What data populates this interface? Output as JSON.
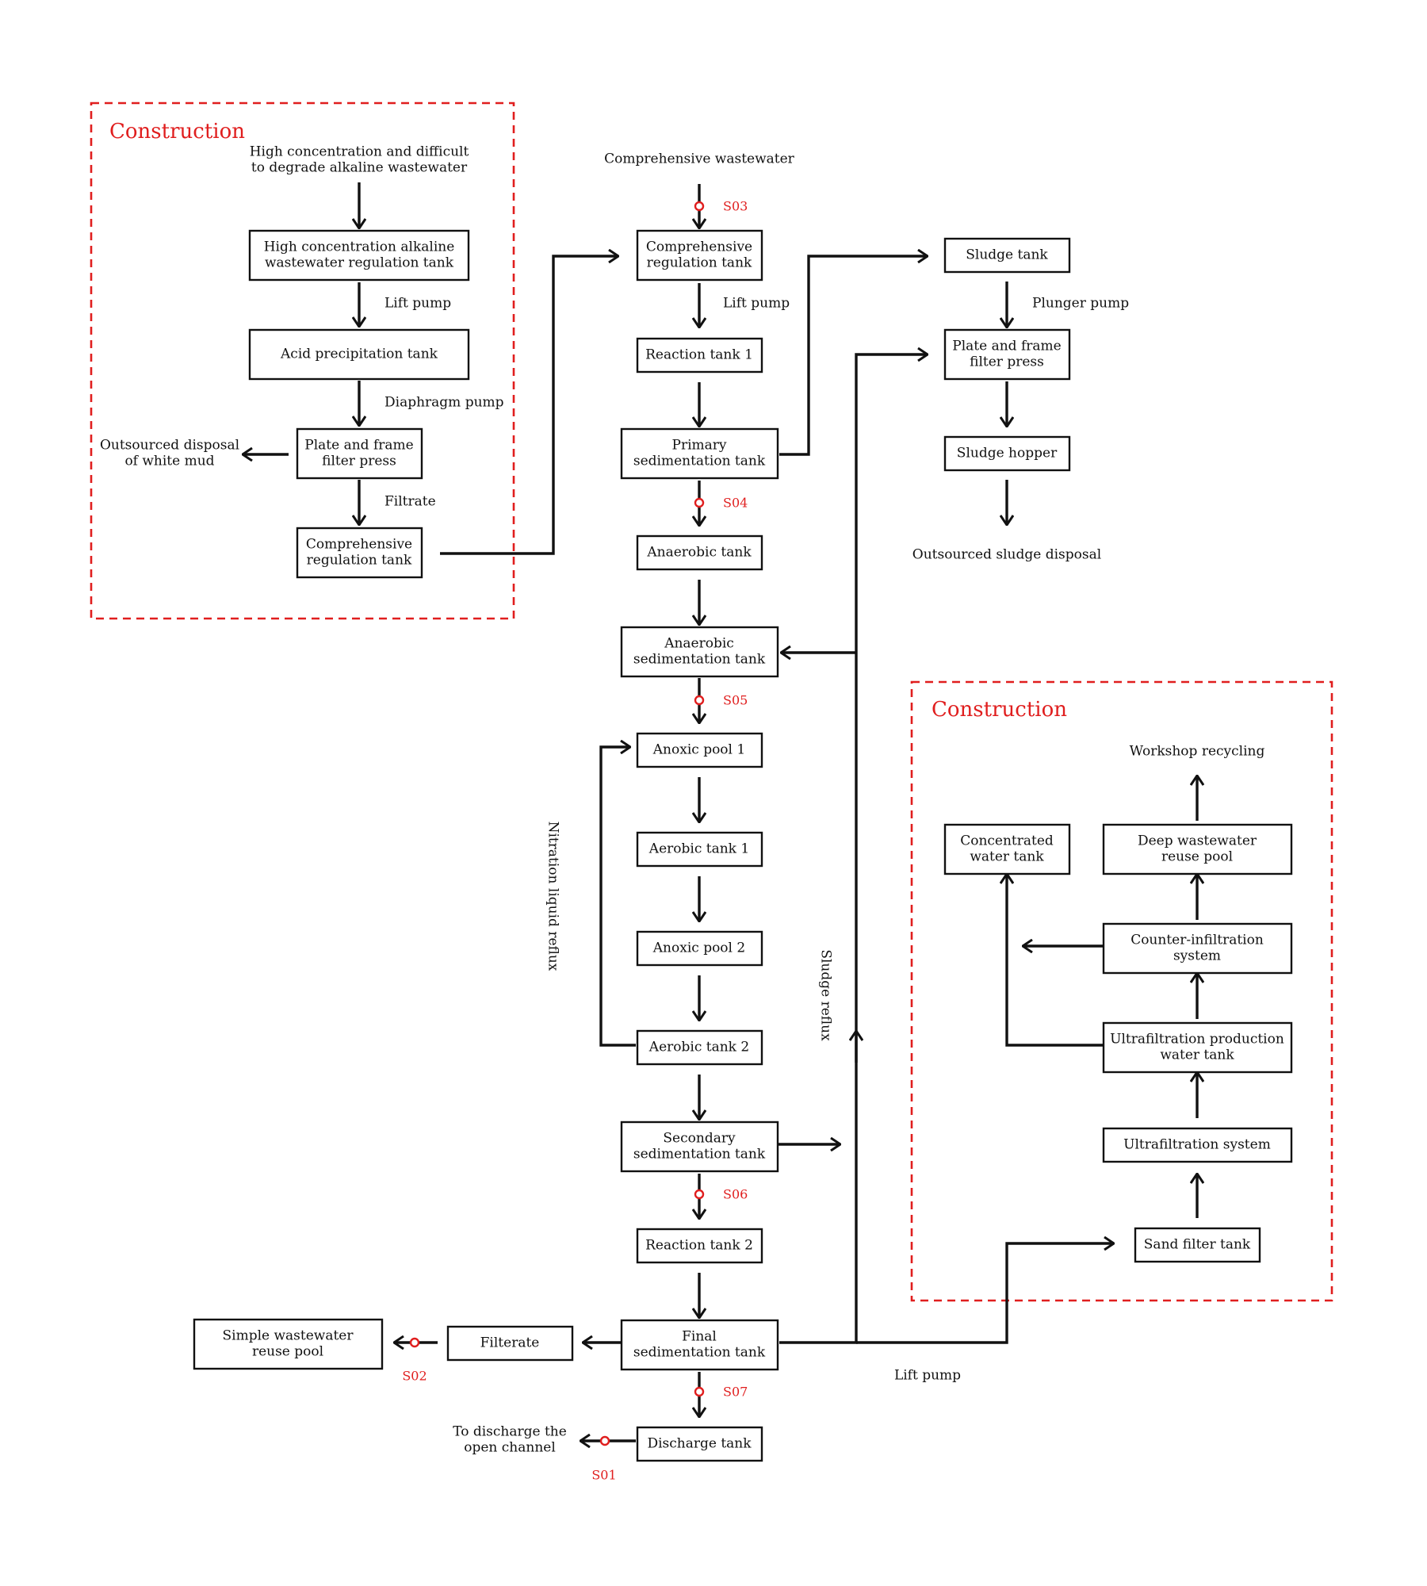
{
  "colors": {
    "ink": "#111111",
    "accent": "#e01e1e"
  },
  "regions": {
    "left": "Construction",
    "right": "Construction"
  },
  "inputs": {
    "alkaline_line1": "High concentration and difficult",
    "alkaline_line2": "to degrade alkaline wastewater",
    "comprehensive": "Comprehensive wastewater"
  },
  "boxes": {
    "hc_reg_1": "High concentration alkaline",
    "hc_reg_2": "wastewater regulation tank",
    "acid_precip": "Acid precipitation tank",
    "pf_press_a_1": "Plate and frame",
    "pf_press_a_2": "filter press",
    "comp_reg_a_1": "Comprehensive",
    "comp_reg_a_2": "regulation tank",
    "comp_reg_b_1": "Comprehensive",
    "comp_reg_b_2": "regulation tank",
    "reaction1": "Reaction tank 1",
    "primary_1": "Primary",
    "primary_2": "sedimentation tank",
    "anaerobic": "Anaerobic tank",
    "anaerobic_sed_1": "Anaerobic",
    "anaerobic_sed_2": "sedimentation tank",
    "anoxic1": "Anoxic pool 1",
    "aerobic1": "Aerobic tank 1",
    "anoxic2": "Anoxic pool 2",
    "aerobic2": "Aerobic tank 2",
    "secondary_1": "Secondary",
    "secondary_2": "sedimentation tank",
    "reaction2": "Reaction tank 2",
    "final_1": "Final",
    "final_2": "sedimentation tank",
    "discharge": "Discharge tank",
    "filterate": "Filterate",
    "simple_reuse_1": "Simple wastewater",
    "simple_reuse_2": "reuse pool",
    "sludge_tank": "Sludge tank",
    "pf_press_b_1": "Plate and frame",
    "pf_press_b_2": "filter press",
    "sludge_hopper": "Sludge hopper",
    "concentrated_1": "Concentrated",
    "concentrated_2": "water tank",
    "deep_reuse_1": "Deep wastewater",
    "deep_reuse_2": "reuse pool",
    "counter_inf_1": "Counter-infiltration",
    "counter_inf_2": "system",
    "uf_water_1": "Ultrafiltration production",
    "uf_water_2": "water tank",
    "uf_system": "Ultrafiltration system",
    "sand_filter": "Sand filter tank"
  },
  "labels": {
    "lift_pump": "Lift pump",
    "diaphragm_pump": "Diaphragm pump",
    "filtrate": "Filtrate",
    "white_mud_1": "Outsourced disposal",
    "white_mud_2": "of white mud",
    "lift_pump_b": "Lift pump",
    "plunger_pump": "Plunger pump",
    "sludge_disposal": "Outsourced sludge disposal",
    "nitration_reflux": "Nitration liquid reflux",
    "sludge_reflux": "Sludge reflux",
    "workshop_recycling": "Workshop recycling",
    "lift_pump_c": "Lift pump",
    "discharge_1": "To discharge the",
    "discharge_2": "open channel"
  },
  "sampling_points": {
    "s01": "S01",
    "s02": "S02",
    "s03": "S03",
    "s04": "S04",
    "s05": "S05",
    "s06": "S06",
    "s07": "S07"
  }
}
